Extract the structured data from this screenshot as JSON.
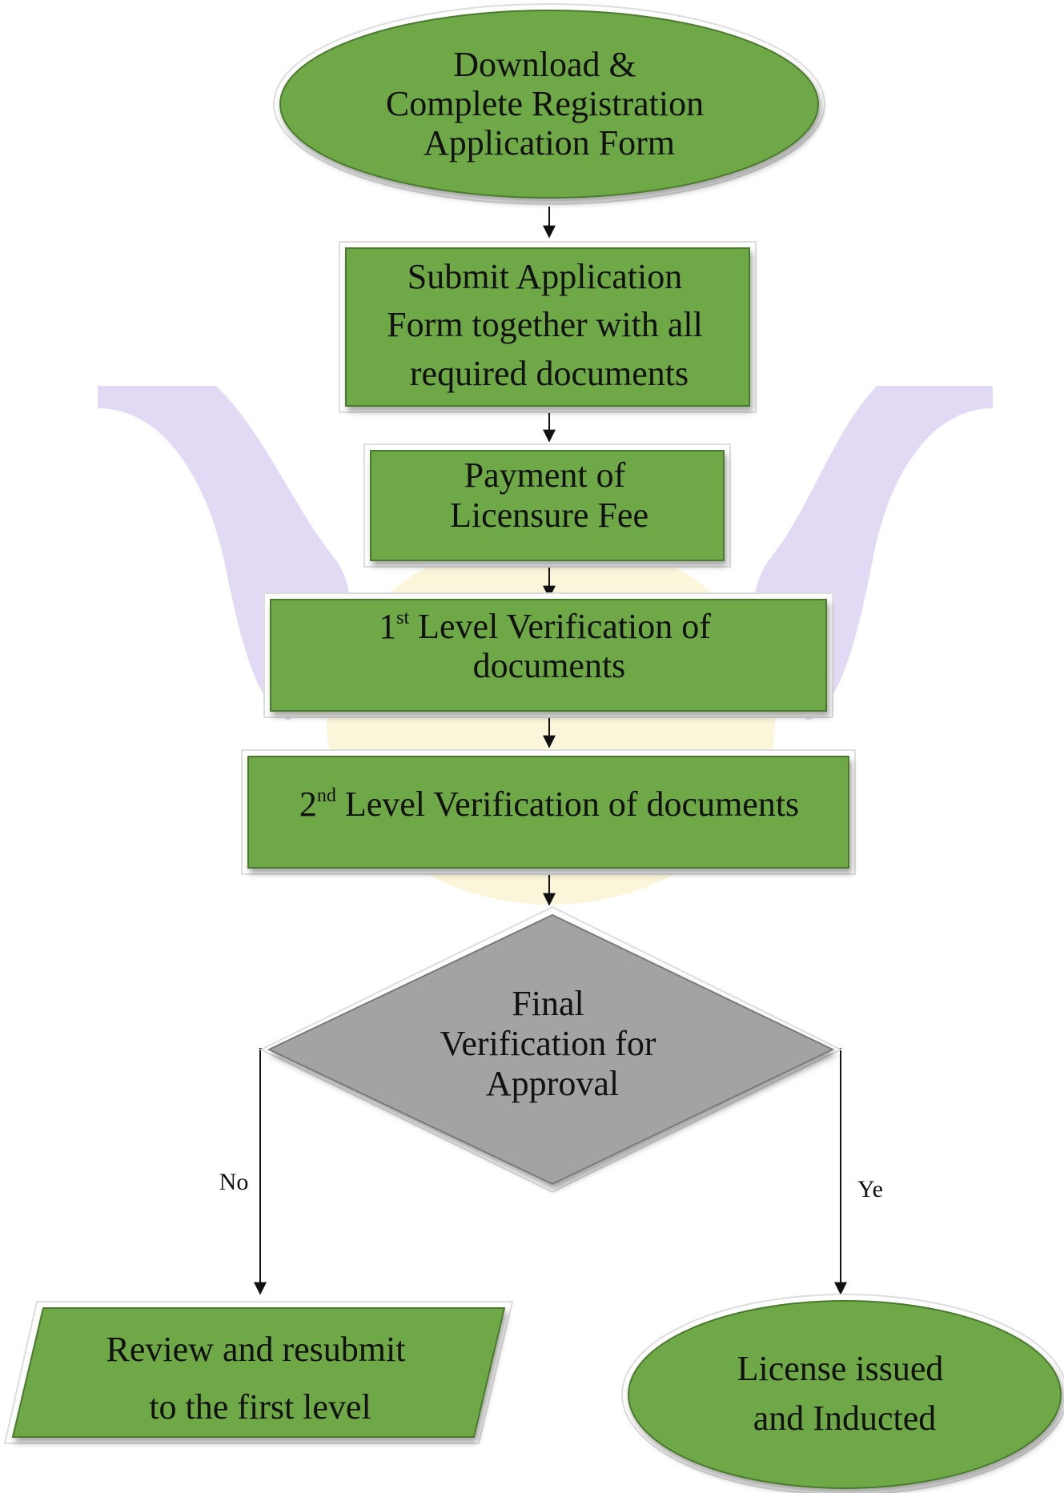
{
  "colors": {
    "node_fill": "#6ea846",
    "node_edge": "#4b7a2e",
    "decision_fill": "#a3a3a3",
    "decision_edge": "#7a7a7a",
    "watermark_purple": "#e2d9f4",
    "watermark_yellow": "#fbf6d9",
    "arrow": "#111111"
  },
  "nodes": {
    "start": {
      "shape": "ellipse",
      "lines": [
        "Download &",
        "Complete Registration",
        "Application Form"
      ]
    },
    "submit": {
      "shape": "rectangle",
      "lines": [
        "Submit Application",
        "Form together with all",
        "required documents"
      ]
    },
    "payment": {
      "shape": "rectangle",
      "lines": [
        "Payment of",
        "Licensure Fee"
      ]
    },
    "level1": {
      "shape": "rectangle",
      "lines": [
        "1",
        "st",
        " Level Verification of",
        "documents"
      ]
    },
    "level2": {
      "shape": "rectangle",
      "lines": [
        "2",
        "nd",
        " Level Verification of documents"
      ]
    },
    "decision": {
      "shape": "diamond",
      "lines": [
        "Final",
        "Verification for",
        "Approval"
      ]
    },
    "review": {
      "shape": "parallelogram",
      "lines": [
        "Review and resubmit",
        "to the first level"
      ]
    },
    "license": {
      "shape": "ellipse",
      "lines": [
        "License issued",
        "and Inducted"
      ]
    }
  },
  "edge_labels": {
    "no": "No",
    "yes": "Ye"
  }
}
